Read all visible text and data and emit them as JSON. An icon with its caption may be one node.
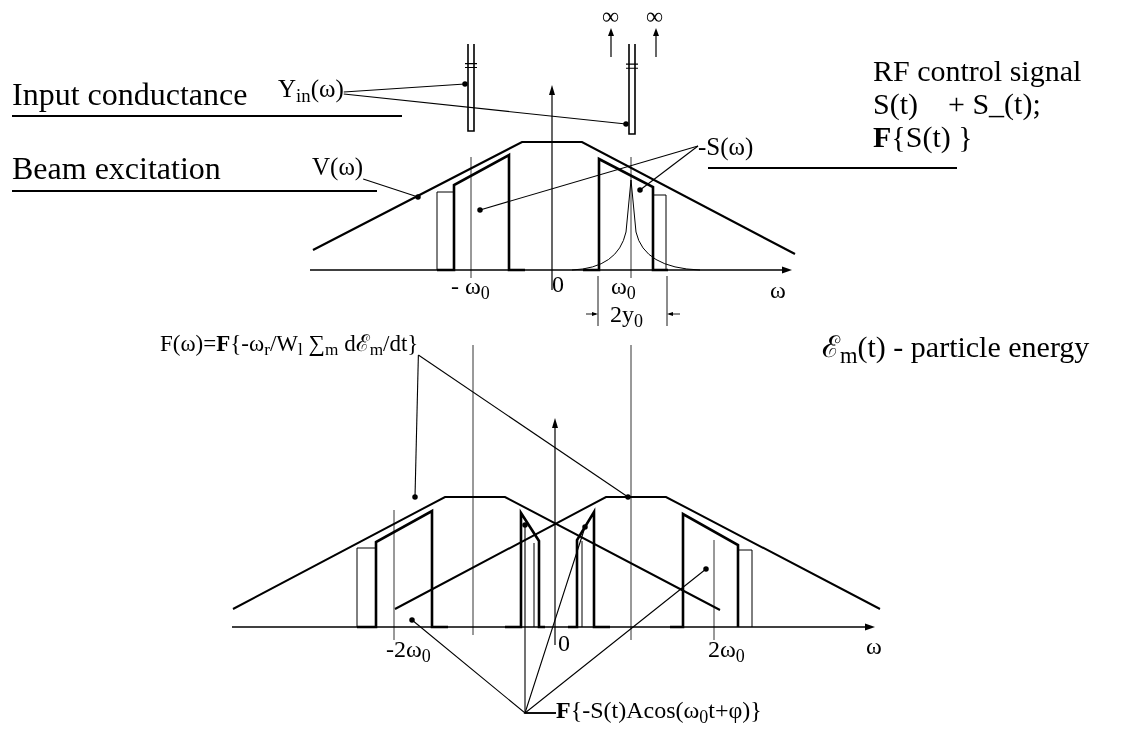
{
  "diagram": {
    "nodes": [
      {
        "text": [
          "Y$_{in}$(ω)"
        ]
      },
      {
        "text": [],
        "shape": "bar"
      },
      {
        "text": [],
        "shape": "bar"
      },
      {
        "text": [
          "V(ω)"
        ]
      },
      {
        "text": [
          "-S(ω)"
        ]
      },
      {
        "text": [
          "F(ω)=**F**{-ω$_{r}$/W$_{l}$ ∑$_{m}$ dℰ$_{m}$/dt}"
        ]
      },
      {
        "text": [
          "**F**{-S(t)Acos(ω$_{0}$t+φ)}"
        ]
      }
    ],
    "edges": [
      {
        "from": 0,
        "to": 1,
        "arrow": "other"
      },
      {
        "from": 0,
        "to": 2,
        "arrow": "other"
      },
      {
        "from": 3,
        "to": null,
        "arrow": "other"
      },
      {
        "from": 4,
        "to": null,
        "arrow": "other"
      },
      {
        "from": 4,
        "to": null,
        "arrow": "other"
      },
      {
        "from": 5,
        "to": null,
        "arrow": "other"
      },
      {
        "from": 5,
        "to": null,
        "arrow": "other"
      },
      {
        "from": 6,
        "to": null,
        "arrow": "other"
      },
      {
        "from": 6,
        "to": null,
        "arrow": "other"
      },
      {
        "from": 6,
        "to": null,
        "arrow": "other"
      },
      {
        "from": 6,
        "to": null,
        "arrow": "other"
      }
    ],
    "labels": [
      "Input conductance",
      "Beam excitation",
      "∞",
      "∞",
      "RF control signal",
      "S(t)    + S_(t);",
      "**F**{S(t) }",
      "- ω$_{0}$",
      "0",
      "ω$_{0}$",
      "ω",
      "2y$_{0}$",
      "ℰ$_{m}$(t) - particle energy",
      "-2ω$_{0}$",
      "0",
      "2ω$_{0}$",
      "ω"
    ]
  }
}
